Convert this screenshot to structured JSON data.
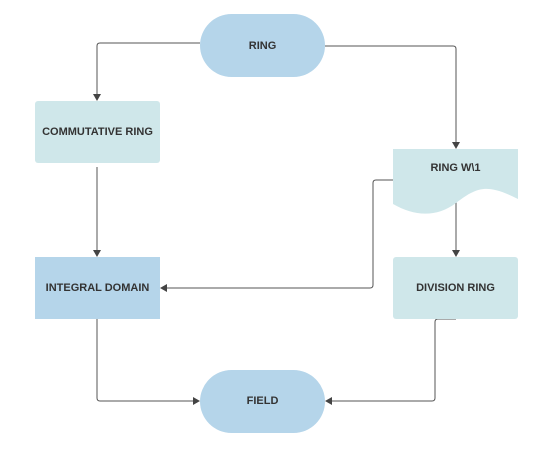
{
  "nodes": {
    "ring": {
      "label": "RING",
      "shape": "terminal",
      "fill": "#b5d5ea"
    },
    "commutative_ring": {
      "label": "COMMUTATIVE RING",
      "shape": "process",
      "fill": "#cfe7ea"
    },
    "ring_w1": {
      "label": "RING W\\1",
      "shape": "document",
      "fill": "#cfe7ea"
    },
    "integral_domain": {
      "label": "INTEGRAL DOMAIN",
      "shape": "process",
      "fill": "#b5d5ea"
    },
    "division_ring": {
      "label": "DIVISION RING",
      "shape": "process",
      "fill": "#cfe7ea"
    },
    "field": {
      "label": "FIELD",
      "shape": "terminal",
      "fill": "#b5d5ea"
    }
  },
  "edges": [
    {
      "from": "ring",
      "to": "commutative_ring"
    },
    {
      "from": "ring",
      "to": "ring_w1"
    },
    {
      "from": "commutative_ring",
      "to": "integral_domain"
    },
    {
      "from": "ring_w1",
      "to": "integral_domain"
    },
    {
      "from": "ring_w1",
      "to": "division_ring"
    },
    {
      "from": "integral_domain",
      "to": "field"
    },
    {
      "from": "division_ring",
      "to": "field"
    }
  ],
  "colors": {
    "edge": "#555555",
    "arrow": "#444444",
    "text": "#333333"
  }
}
